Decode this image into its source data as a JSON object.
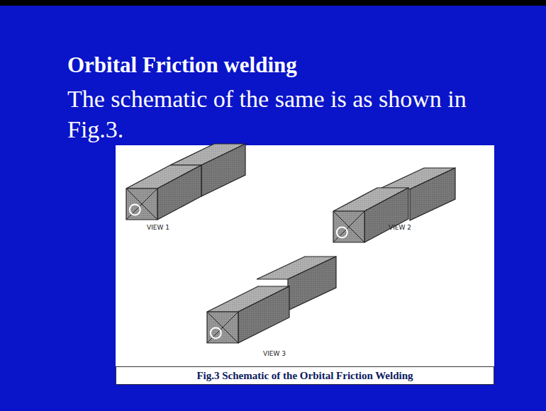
{
  "diagram": {
    "title": "Orbital Friction welding",
    "caption": "Fig.3 Schematic of the Orbital Friction Welding",
    "labels": [
      "The schematic of the same is as shown in Fig.3.",
      "VIEW 1",
      "VIEW 2",
      "VIEW 3"
    ]
  }
}
